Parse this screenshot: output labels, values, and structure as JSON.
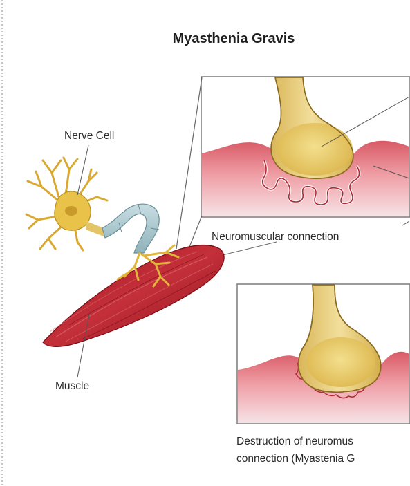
{
  "title": "Myasthenia Gravis",
  "labels": {
    "nerve_cell": "Nerve Cell",
    "muscle": "Muscle",
    "neuromuscular_connection": "Neuromuscular connection",
    "destruction_line1": "Destruction of neuromus",
    "destruction_line2": "connection (Myastenia G"
  },
  "colors": {
    "neuron_yellow": "#e9c24a",
    "terminal_yellow": "#e6cc6b",
    "axon_blue": "#a8c6cc",
    "muscle_red": "#b8222c",
    "membrane_pink": "#e79aa0",
    "frame_gray": "#6e6e6e"
  }
}
